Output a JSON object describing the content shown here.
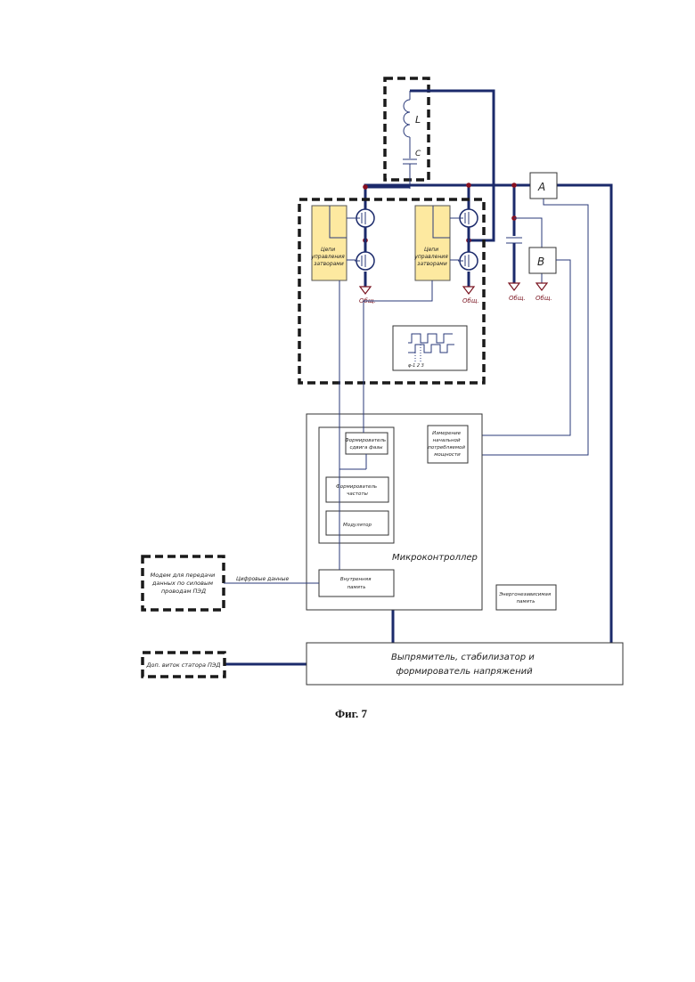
{
  "diagram": {
    "inductor_label": "L",
    "capacitor_label": "C",
    "gate_driver_1": [
      "Цепи",
      "управления",
      "затворами"
    ],
    "gate_driver_2": [
      "Цепи",
      "управления",
      "затворами"
    ],
    "block_a": "A",
    "block_b": "B",
    "ground_labels": [
      "Общ.",
      "Общ.",
      "Общ.",
      "Общ."
    ],
    "waveform_label": "φ-1 2 3",
    "phase_shifter": [
      "Формирователь",
      "сдвига фазы"
    ],
    "power_measure": [
      "Измерение",
      "начальной",
      "потребляемой",
      "мощности"
    ],
    "freq_former": [
      "Формирователь",
      "частоты"
    ],
    "modulator": "Модулятор",
    "internal_memory": [
      "Внутренняя",
      "память"
    ],
    "microcontroller": "Микроконтроллер",
    "nonvolatile_memory": [
      "Энергонезависимая",
      "память"
    ],
    "modem": [
      "Модем для передачи",
      "данных по силовым",
      "проводам ПЭД"
    ],
    "digital_data": "Цифровые данные",
    "stator_coil": "Доп. виток статора ПЭД",
    "rectifier": [
      "Выпрямитель, стабилизатор и",
      "формирователь напряжений"
    ],
    "caption": "Фиг. 7"
  }
}
